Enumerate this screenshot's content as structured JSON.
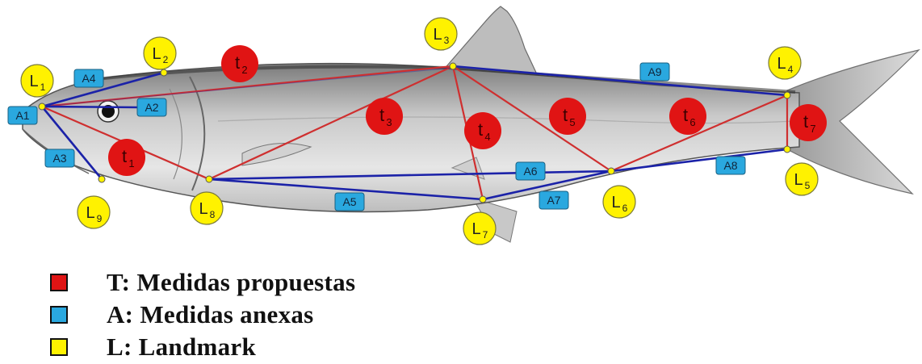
{
  "colors": {
    "red_line": "#cf2f2f",
    "blue_line": "#1b22a8",
    "t_marker": "#e01414",
    "a_marker": "#2aa8df",
    "l_marker": "#fff200"
  },
  "landmarks": [
    {
      "id": "L1",
      "base": "L",
      "sub": "1"
    },
    {
      "id": "L2",
      "base": "L",
      "sub": "2"
    },
    {
      "id": "L3",
      "base": "L",
      "sub": "3"
    },
    {
      "id": "L4",
      "base": "L",
      "sub": "4"
    },
    {
      "id": "L5",
      "base": "L",
      "sub": "5"
    },
    {
      "id": "L6",
      "base": "L",
      "sub": "6"
    },
    {
      "id": "L7",
      "base": "L",
      "sub": "7"
    },
    {
      "id": "L8",
      "base": "L",
      "sub": "8"
    },
    {
      "id": "L9",
      "base": "L",
      "sub": "9"
    }
  ],
  "proposed_measures": [
    {
      "id": "t1",
      "base": "t",
      "sub": "1"
    },
    {
      "id": "t2",
      "base": "t",
      "sub": "2"
    },
    {
      "id": "t3",
      "base": "t",
      "sub": "3"
    },
    {
      "id": "t4",
      "base": "t",
      "sub": "4"
    },
    {
      "id": "t5",
      "base": "t",
      "sub": "5"
    },
    {
      "id": "t6",
      "base": "t",
      "sub": "6"
    },
    {
      "id": "t7",
      "base": "t",
      "sub": "7"
    }
  ],
  "annex_measures": [
    {
      "id": "A1",
      "label": "A1"
    },
    {
      "id": "A2",
      "label": "A2"
    },
    {
      "id": "A3",
      "label": "A3"
    },
    {
      "id": "A4",
      "label": "A4"
    },
    {
      "id": "A5",
      "label": "A5"
    },
    {
      "id": "A6",
      "label": "A6"
    },
    {
      "id": "A7",
      "label": "A7"
    },
    {
      "id": "A8",
      "label": "A8"
    },
    {
      "id": "A9",
      "label": "A9"
    }
  ],
  "legend": [
    {
      "label": "T: Medidas propuestas",
      "color": "#e01414"
    },
    {
      "label": "A: Medidas anexas",
      "color": "#2aa8df"
    },
    {
      "label": "L: Landmark",
      "color": "#fff200"
    }
  ]
}
